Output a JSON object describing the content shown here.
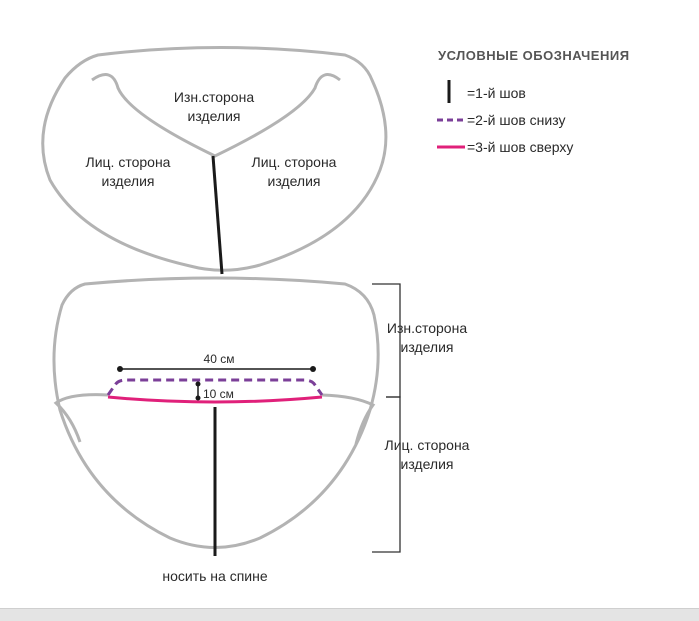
{
  "top_piece": {
    "wrong_side_label": [
      "Изн.сторона",
      "изделия"
    ],
    "left_face_label": [
      "Лиц. сторона",
      "изделия"
    ],
    "right_face_label": [
      "Лиц. сторона",
      "изделия"
    ]
  },
  "bottom_piece": {
    "width_dimension": "40 см",
    "height_dimension": "10 см",
    "bottom_caption": "носить на спине",
    "right_upper_label": [
      "Изн.сторона",
      "изделия"
    ],
    "right_lower_label": [
      "Лиц. сторона",
      "изделия"
    ]
  },
  "legend": {
    "title": "УСЛОВНЫЕ ОБОЗНАЧЕНИЯ",
    "items": [
      {
        "label": "=1-й шов",
        "style": "solid-vertical",
        "color": "#1a1a1a"
      },
      {
        "label": "=2-й шов снизу",
        "style": "dashed",
        "color": "#7b3f98"
      },
      {
        "label": "=3-й шов сверху",
        "style": "solid",
        "color": "#e0207a"
      }
    ]
  },
  "colors": {
    "outline": "#b3b3b3",
    "seam1": "#1a1a1a",
    "seam2": "#7b3f98",
    "seam3": "#e0207a"
  }
}
